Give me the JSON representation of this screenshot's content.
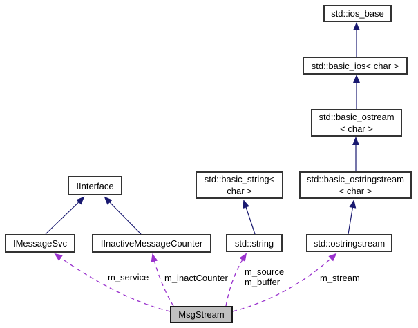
{
  "nodes": {
    "ios_base": {
      "line1": "std::ios_base"
    },
    "basic_ios": {
      "line1": "std::basic_ios< char >"
    },
    "basic_ostream": {
      "line1": "std::basic_ostream",
      "line2": "< char >"
    },
    "basic_ostringstream": {
      "line1": "std::basic_ostringstream",
      "line2": "< char >"
    },
    "ostringstream": {
      "line1": "std::ostringstream"
    },
    "basic_string": {
      "line1": "std::basic_string<",
      "line2": "char >"
    },
    "string": {
      "line1": "std::string"
    },
    "iinterface": {
      "line1": "IInterface"
    },
    "imessagesvc": {
      "line1": "IMessageSvc"
    },
    "iinactive_message_counter": {
      "line1": "IInactiveMessageCounter"
    },
    "msgstream": {
      "line1": "MsgStream"
    }
  },
  "edge_labels": {
    "m_service": "m_service",
    "m_inactCounter": "m_inactCounter",
    "m_source": "m_source",
    "m_buffer": "m_buffer",
    "m_stream": "m_stream"
  },
  "colors": {
    "inheritance_edge": "#191970",
    "usage_edge": "#9a32cd",
    "node_border": "#333333",
    "node_fill": "#ffffff",
    "selected_node_fill": "#c0c0c0",
    "background": "#ffffff",
    "text": "#000000"
  }
}
